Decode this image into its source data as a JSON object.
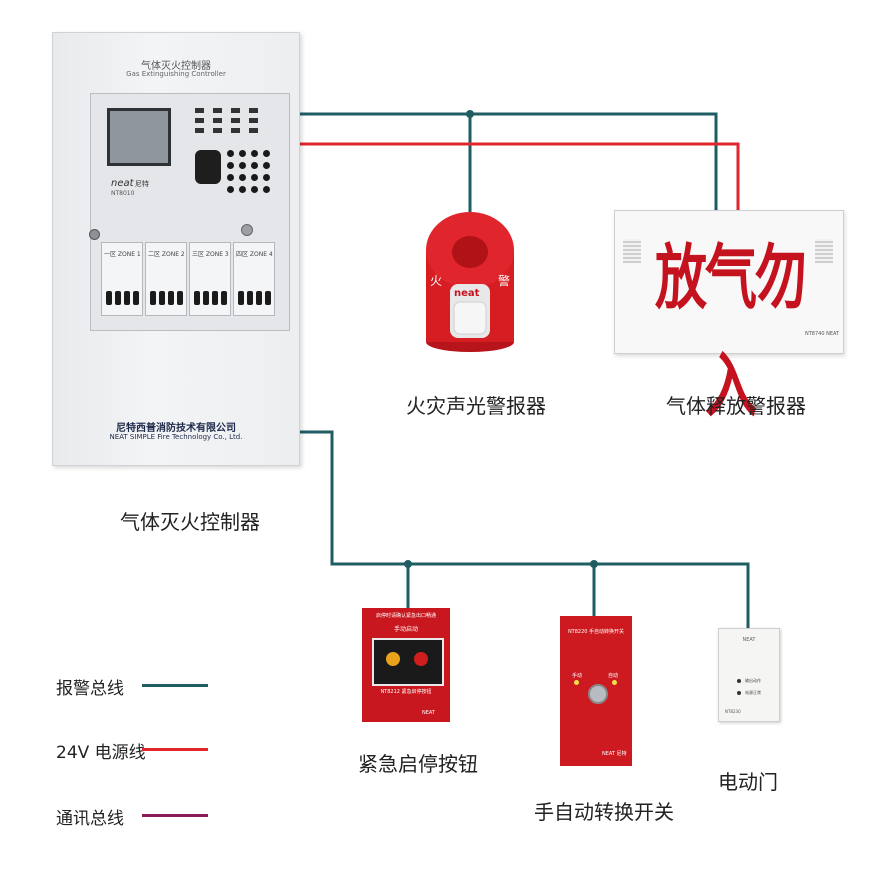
{
  "controller": {
    "title_cn": "气体灭火控制器",
    "title_en": "Gas Extinguishing Controller",
    "brand": "neat",
    "brand_cn": "尼特",
    "model": "NT8010",
    "company_cn": "尼特西普消防技术有限公司",
    "company_en": "NEAT SIMPLE Fire Technology Co., Ltd.",
    "zones": [
      "一区 ZONE 1",
      "二区 ZONE 2",
      "三区 ZONE 3",
      "四区 ZONE 4"
    ],
    "label": "气体灭火控制器"
  },
  "horn_strobe": {
    "left_char": "火",
    "right_char": "警",
    "brand": "neat",
    "label": "火灾声光警报器"
  },
  "gas_release_sign": {
    "text": "放气勿入",
    "model": "NT8740 NEAT",
    "label": "气体释放警报器"
  },
  "emergency_button": {
    "top_text": "启停时请确认紧急出口畅通",
    "subtitle": "手动启动",
    "bottom_text": "NT8212 紧急启停按钮",
    "brand": "NEAT",
    "label": "紧急启停按钮"
  },
  "auto_switch": {
    "top_text": "NT8220 手自动转换开关",
    "left_mode": "手动",
    "right_mode": "自动",
    "brand": "NEAT 尼特",
    "label": "手自动转换开关"
  },
  "door_module": {
    "brand": "NEAT",
    "led1": "输出动作",
    "led2": "电源正常",
    "model": "NT8230",
    "label": "电动门"
  },
  "legend": [
    {
      "label": "报警总线",
      "color": "#1f5d63"
    },
    {
      "label": "24V 电源线",
      "color": "#e0262c"
    },
    {
      "label": "通讯总线",
      "color": "#8a1a57"
    }
  ],
  "colors": {
    "alarm_bus": "#1f5d63",
    "power": "#e0262c",
    "comm": "#8a1a57",
    "device_red": "#c8171e"
  }
}
